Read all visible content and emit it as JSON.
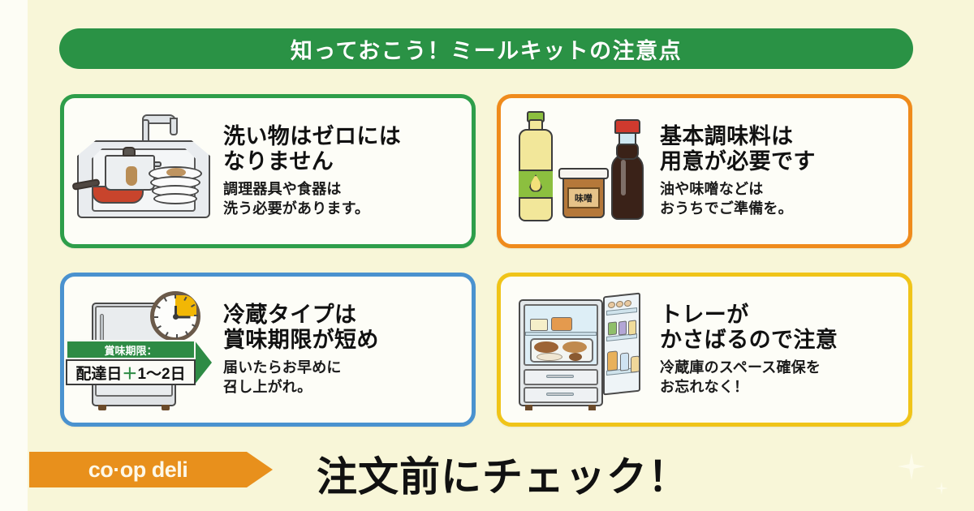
{
  "header": {
    "title": "知っておこう！ミールキットの注意点"
  },
  "cards": [
    {
      "heading_line1": "洗い物はゼロには",
      "heading_line2": "なりません",
      "sub_line1": "調理器具や食器は",
      "sub_line2": "洗う必要があります。",
      "border_color": "#2e9e4a",
      "illustration": "kitchen-sink-with-dirty-dishes"
    },
    {
      "heading_line1": "基本調味料は",
      "heading_line2": "用意が必要です",
      "sub_line1": "油や味噌などは",
      "sub_line2": "おうちでご準備を。",
      "border_color": "#ef8b1c",
      "illustration": "seasonings-oil-miso-soysauce",
      "miso_label": "味噌"
    },
    {
      "heading_line1": "冷蔵タイプは",
      "heading_line2": "賞味期限が短め",
      "sub_line1": "届いたらお早めに",
      "sub_line2": "召し上がれ。",
      "border_color": "#4a92cf",
      "illustration": "refrigerator-with-clock-and-expiry-ribbon",
      "ribbon_top": "賞味期限：",
      "ribbon_bottom_prefix": "配達日",
      "ribbon_bottom_plus": "＋",
      "ribbon_bottom_suffix": "1〜2日"
    },
    {
      "heading_line1": "トレーが",
      "heading_line2": "かさばるので注意",
      "sub_line1": "冷蔵庫のスペース確保を",
      "sub_line2": "お忘れなく！",
      "border_color": "#f0c419",
      "illustration": "open-refrigerator-with-food"
    }
  ],
  "footer": {
    "logo_text": "co·op deli",
    "logo_color": "#e8901c",
    "slogan": "注文前にチェック！"
  },
  "background_color": "#f8f6d8"
}
